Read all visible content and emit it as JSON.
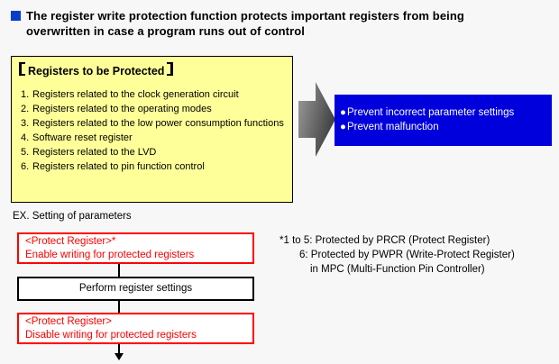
{
  "colors": {
    "page_background": "#f7f7f7",
    "header_bullet_blue": "#0d3cc8",
    "protected_box_yellow": "#ffff99",
    "benefits_box_blue": "#0000dd",
    "benefits_text": "#ffffff",
    "flow_accent_red": "#ff0000",
    "arrow_gray_light": "#9e9e9e",
    "arrow_gray_dark": "#404040"
  },
  "header": {
    "line1": "The register write protection function protects important registers from being",
    "line2": "overwritten in case a program runs out of control"
  },
  "protected_box": {
    "title": "【Registers to be Protected】",
    "title_text": "Registers to be Protected",
    "bracket_open": "【",
    "bracket_close": "】",
    "items": [
      {
        "num": "1.",
        "text": "Registers related to the clock generation circuit"
      },
      {
        "num": "2.",
        "text": "Registers related to the operating modes"
      },
      {
        "num": "3.",
        "text": "Registers related to the low power consumption functions"
      },
      {
        "num": "4.",
        "text": "Software reset register"
      },
      {
        "num": "5.",
        "text": "Registers related to the LVD"
      },
      {
        "num": "6.",
        "text": "Registers related to pin function control"
      }
    ]
  },
  "benefits_box": {
    "bullet": "●",
    "items": [
      "Prevent incorrect parameter settings",
      "Prevent malfunction"
    ]
  },
  "example": {
    "label": "EX. Setting of parameters"
  },
  "flowchart": {
    "enable_box": {
      "line1": "<Protect Register>*",
      "line2": "Enable writing for protected registers"
    },
    "perform_box": {
      "label": "Perform register settings"
    },
    "disable_box": {
      "line1": "<Protect Register>",
      "line2": "Disable writing for protected registers"
    }
  },
  "footnote": {
    "line1": "*1 to 5: Protected by PRCR (Protect Register)",
    "line2": "6: Protected by PWPR (Write-Protect Register)",
    "line3": "in MPC (Multi-Function Pin Controller)"
  }
}
